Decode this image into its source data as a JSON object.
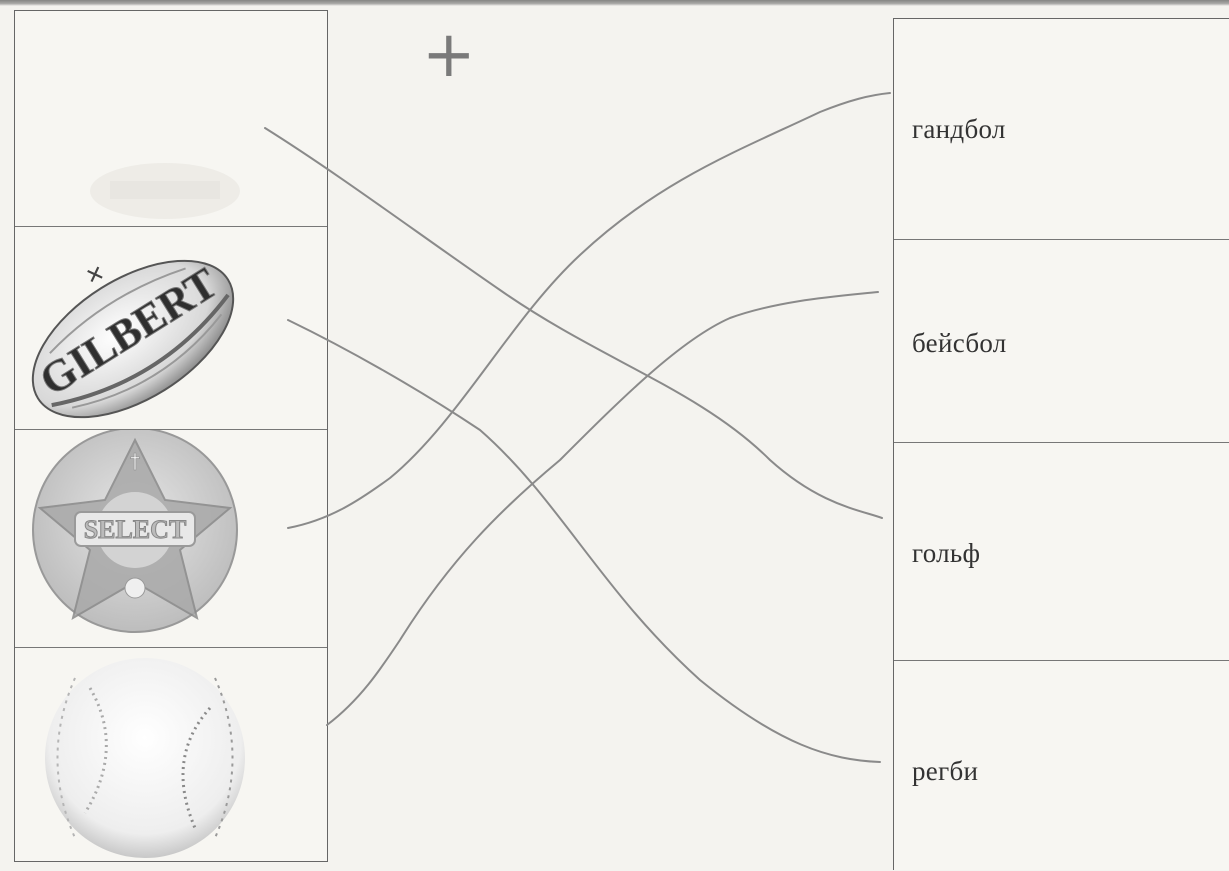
{
  "worksheet": {
    "handwritten_mark": "+",
    "balls": [
      {
        "icon": "faded-ball-icon"
      },
      {
        "icon": "rugby-ball-icon",
        "print": "GILBERT"
      },
      {
        "icon": "handball-icon"
      },
      {
        "icon": "baseball-icon"
      }
    ],
    "words": [
      {
        "label": "гандбол"
      },
      {
        "label": "бейсбол"
      },
      {
        "label": "гольф"
      },
      {
        "label": "регби"
      }
    ],
    "ink_color": "#8a8a8a"
  }
}
